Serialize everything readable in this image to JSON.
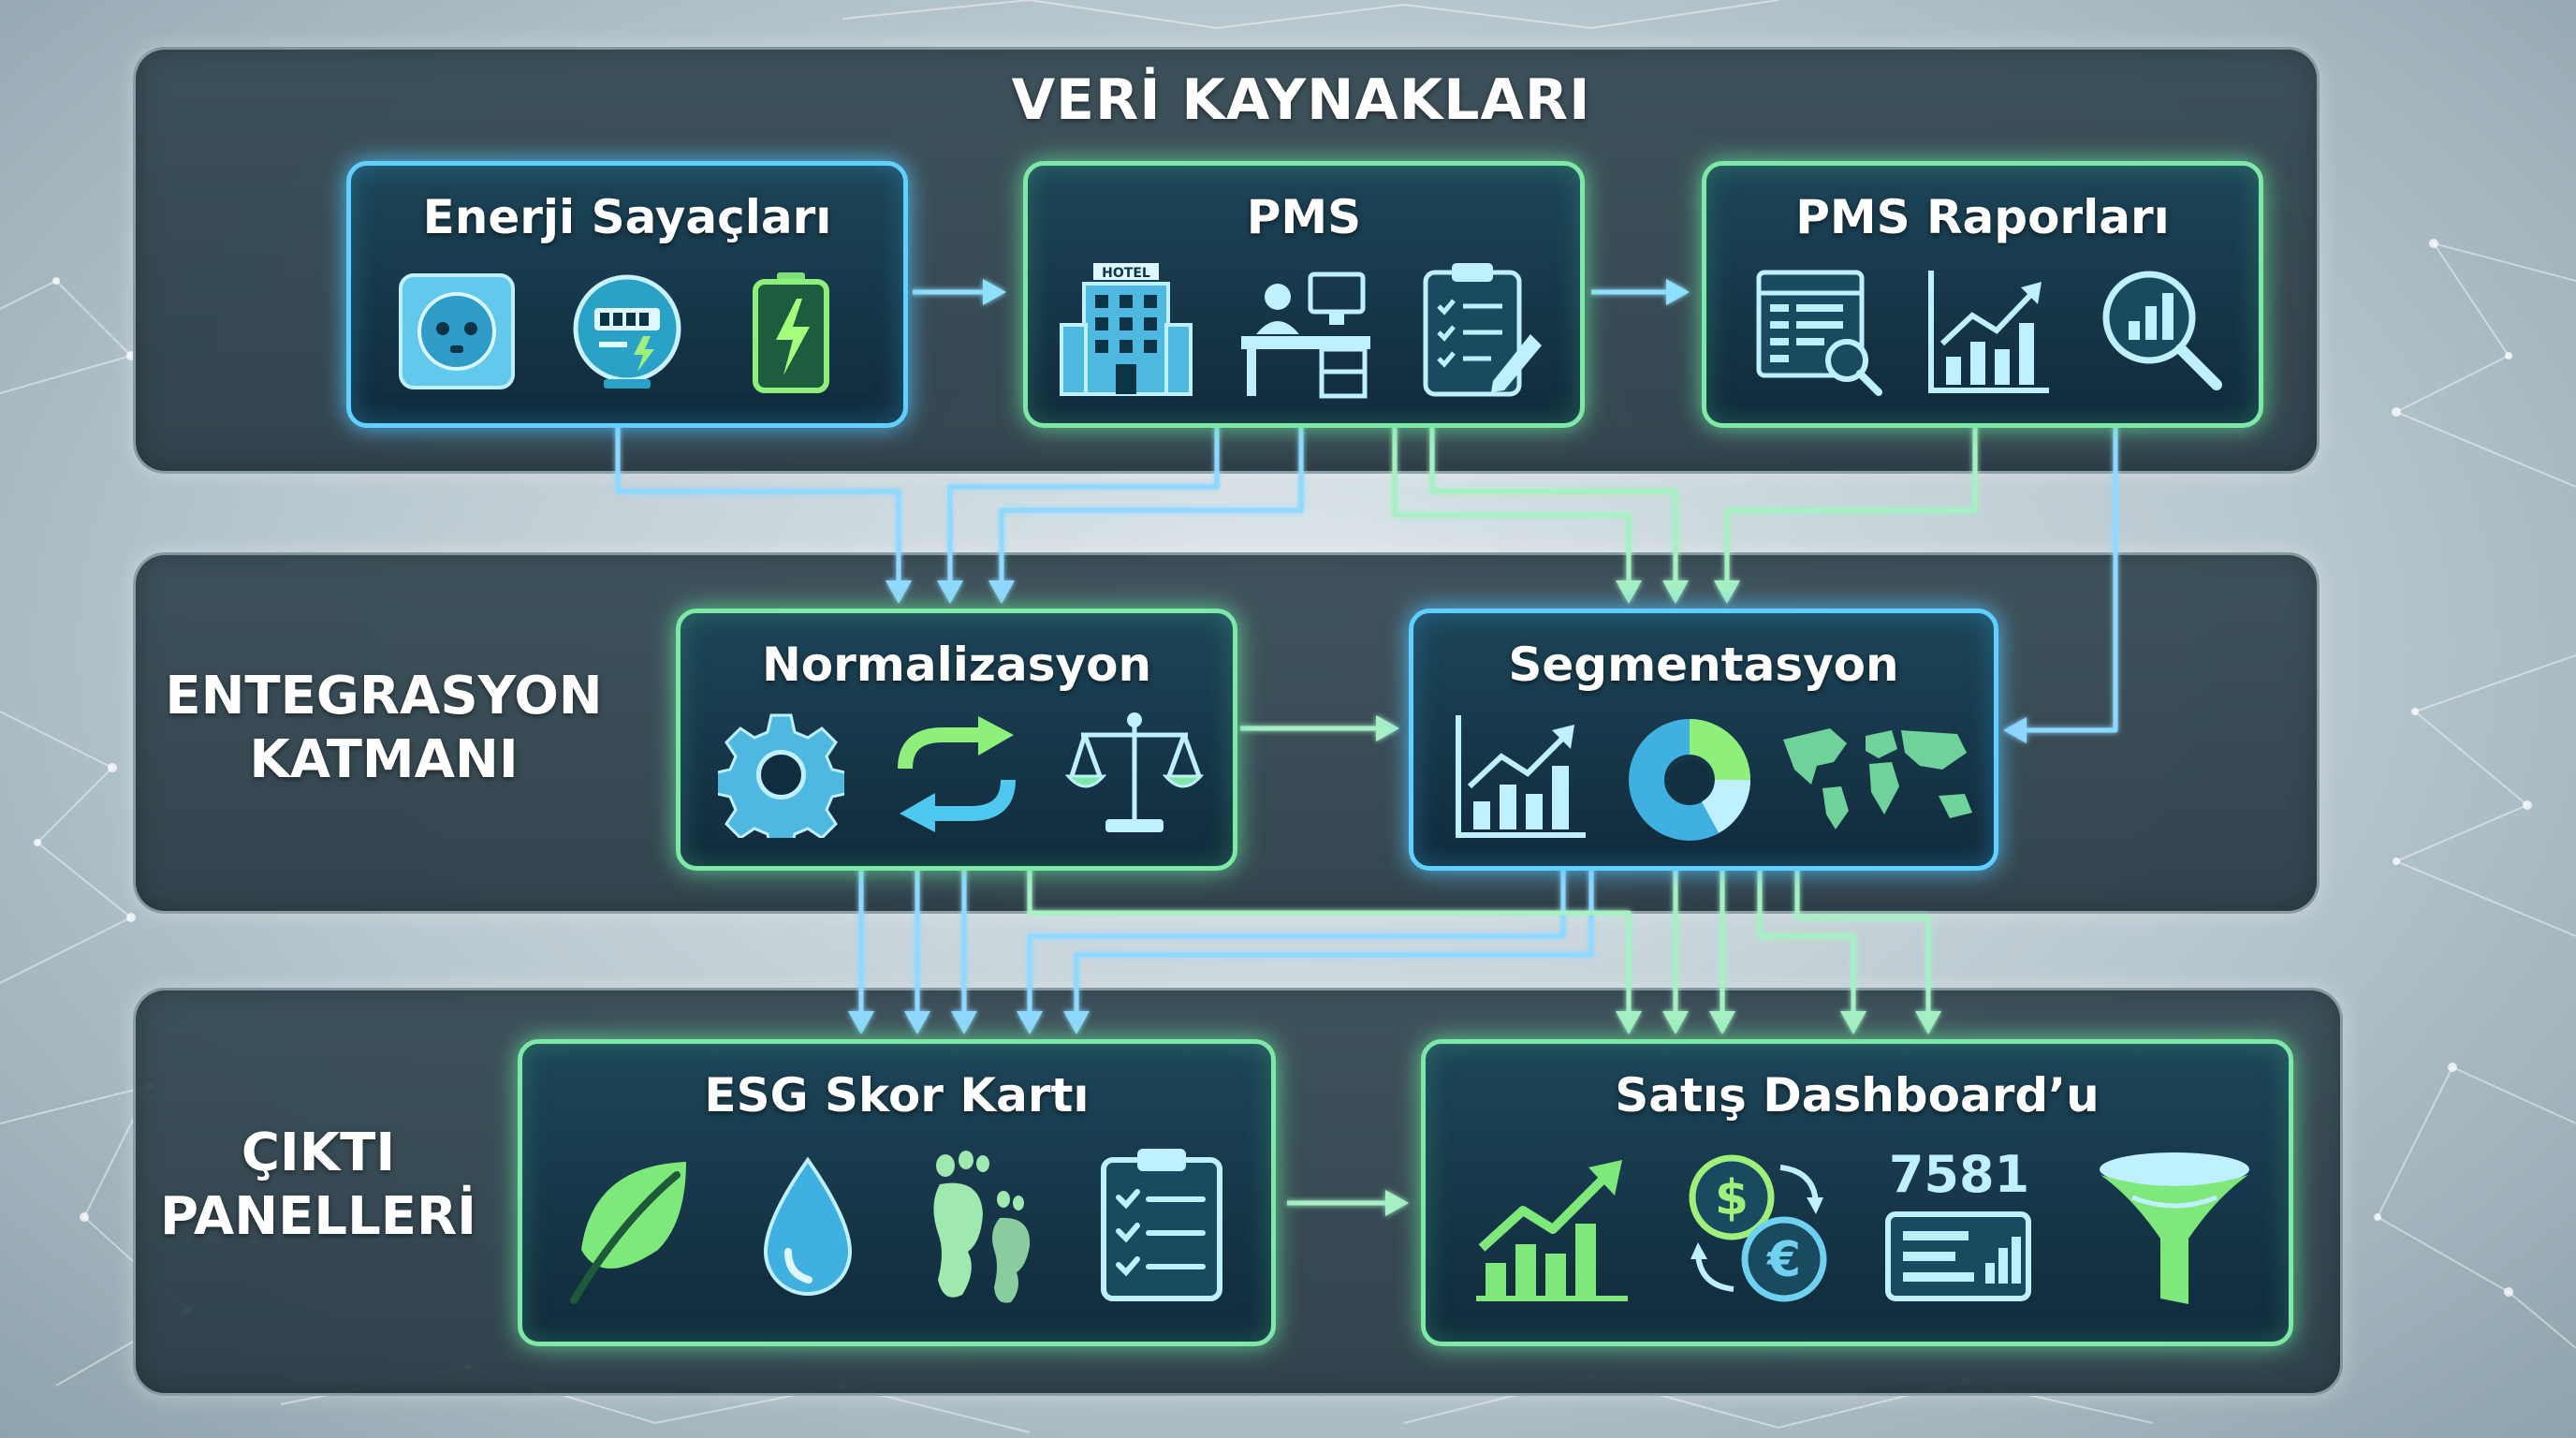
{
  "bands": {
    "sources": {
      "title": "VERİ KAYNAKLARI"
    },
    "integration": {
      "label_line1": "ENTEGRASYON",
      "label_line2": "KATMANI"
    },
    "output": {
      "label_line1": "ÇIKTI",
      "label_line2": "PANELLERİ"
    }
  },
  "nodes": {
    "energy": {
      "title": "Enerji Sayaçları",
      "icons": [
        "power-outlet-icon",
        "energy-meter-icon",
        "battery-icon"
      ]
    },
    "pms": {
      "title": "PMS",
      "icons": [
        "hotel-building-icon",
        "front-desk-icon",
        "checklist-clipboard-icon"
      ],
      "hotel_sign": "HOTEL"
    },
    "pms_reports": {
      "title": "PMS Raporları",
      "icons": [
        "report-table-icon",
        "growth-chart-icon",
        "magnifier-chart-icon"
      ]
    },
    "normalization": {
      "title": "Normalizasyon",
      "icons": [
        "gear-icon",
        "sync-arrows-icon",
        "balance-scale-icon"
      ]
    },
    "segmentation": {
      "title": "Segmentasyon",
      "icons": [
        "bar-chart-icon",
        "donut-chart-icon",
        "world-map-icon"
      ]
    },
    "esg": {
      "title": "ESG Skor Kartı",
      "icons": [
        "leaf-icon",
        "water-drop-icon",
        "footprint-icon",
        "checklist-icon"
      ]
    },
    "sales": {
      "title": "Satış Dashboard’u",
      "icons": [
        "growth-chart-icon",
        "currency-exchange-icon",
        "kpi-number-icon",
        "funnel-icon"
      ],
      "kpi_value": "7581",
      "currency_1": "$",
      "currency_2": "€"
    }
  },
  "colors": {
    "blue": "#5fd0ff",
    "green": "#7ee8a6",
    "band": "#34484f"
  }
}
